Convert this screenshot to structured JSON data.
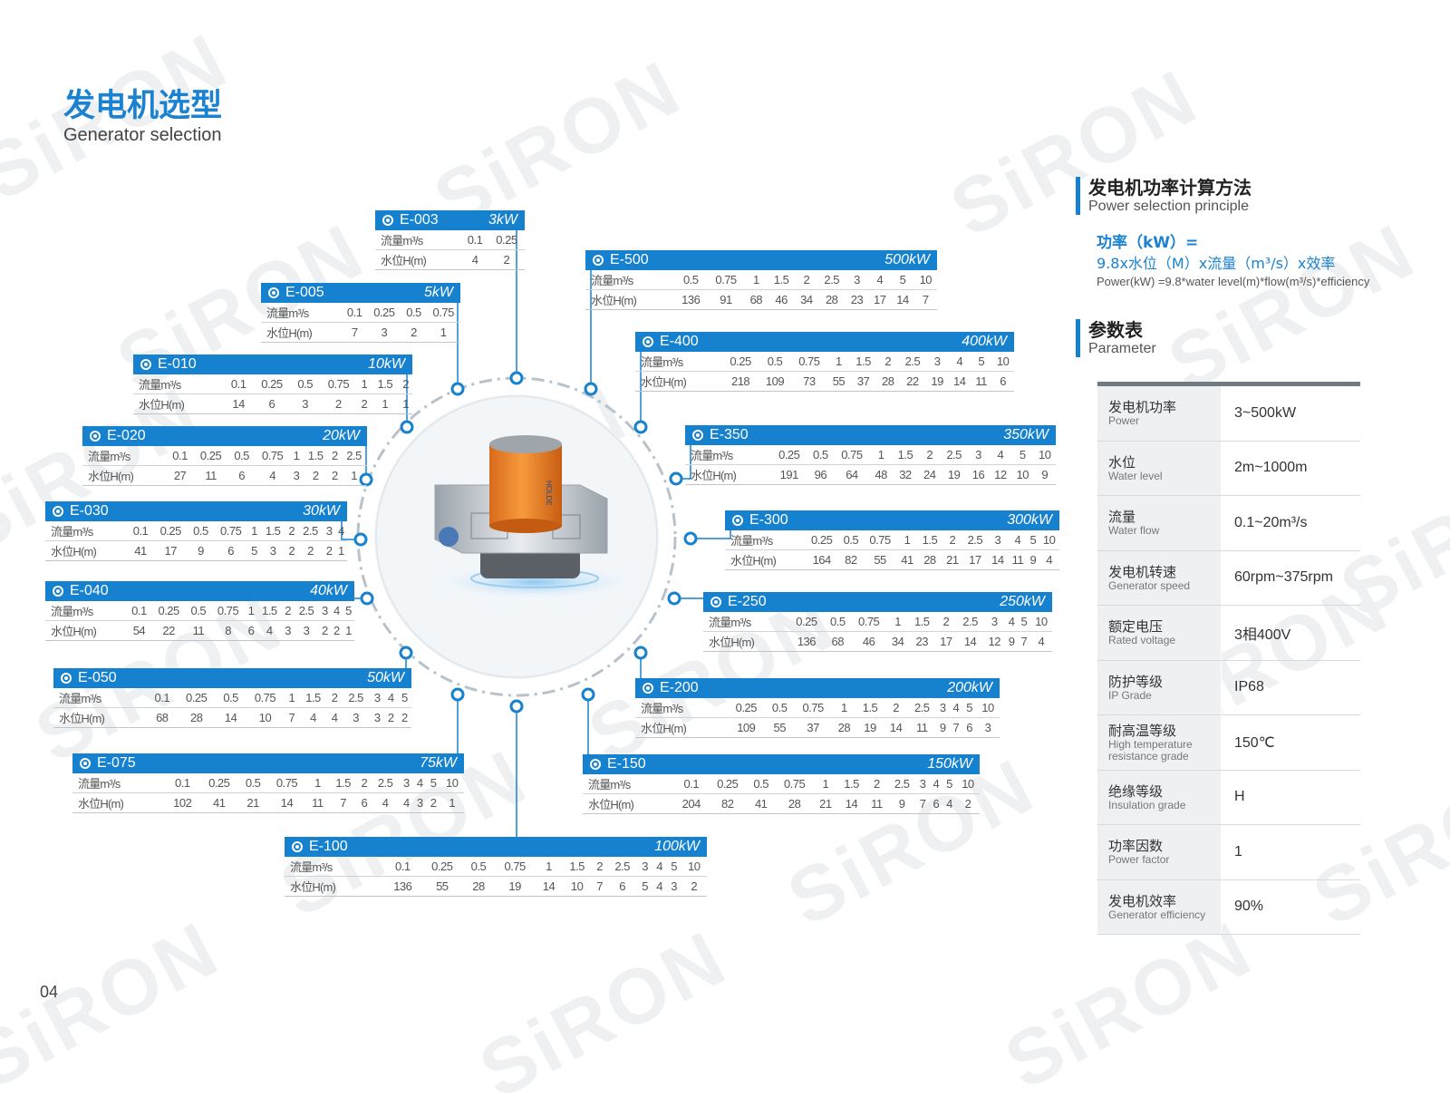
{
  "header": {
    "title": "发电机选型",
    "subtitle": "Generator selection"
  },
  "page_number": "04",
  "watermark_text": "SiRON",
  "machine_label": "HOLDE",
  "accent_color": "#1682cf",
  "generators": [
    {
      "model": "E-003",
      "power": "3kW",
      "flow_label": "流量m³/s",
      "head_label": "水位H(m)",
      "flow": [
        "0.1",
        "0.25"
      ],
      "head": [
        "4",
        "2"
      ]
    },
    {
      "model": "E-005",
      "power": "5kW",
      "flow_label": "流量m³/s",
      "head_label": "水位H(m)",
      "flow": [
        "0.1",
        "0.25",
        "0.5",
        "0.75"
      ],
      "head": [
        "7",
        "3",
        "2",
        "1"
      ]
    },
    {
      "model": "E-010",
      "power": "10kW",
      "flow_label": "流量m³/s",
      "head_label": "水位H(m)",
      "flow": [
        "0.1",
        "0.25",
        "0.5",
        "0.75",
        "1",
        "1.5",
        "2"
      ],
      "head": [
        "14",
        "6",
        "3",
        "2",
        "2",
        "1",
        "1"
      ]
    },
    {
      "model": "E-020",
      "power": "20kW",
      "flow_label": "流量m³/s",
      "head_label": "水位H(m)",
      "flow": [
        "0.1",
        "0.25",
        "0.5",
        "0.75",
        "1",
        "1.5",
        "2",
        "2.5"
      ],
      "head": [
        "27",
        "11",
        "6",
        "4",
        "3",
        "2",
        "2",
        "1"
      ]
    },
    {
      "model": "E-030",
      "power": "30kW",
      "flow_label": "流量m³/s",
      "head_label": "水位H(m)",
      "flow": [
        "0.1",
        "0.25",
        "0.5",
        "0.75",
        "1",
        "1.5",
        "2",
        "2.5",
        "3",
        "4"
      ],
      "head": [
        "41",
        "17",
        "9",
        "6",
        "5",
        "3",
        "2",
        "2",
        "2",
        "1"
      ]
    },
    {
      "model": "E-040",
      "power": "40kW",
      "flow_label": "流量m³/s",
      "head_label": "水位H(m)",
      "flow": [
        "0.1",
        "0.25",
        "0.5",
        "0.75",
        "1",
        "1.5",
        "2",
        "2.5",
        "3",
        "4",
        "5"
      ],
      "head": [
        "54",
        "22",
        "11",
        "8",
        "6",
        "4",
        "3",
        "3",
        "2",
        "2",
        "1"
      ]
    },
    {
      "model": "E-050",
      "power": "50kW",
      "flow_label": "流量m³/s",
      "head_label": "水位H(m)",
      "flow": [
        "0.1",
        "0.25",
        "0.5",
        "0.75",
        "1",
        "1.5",
        "2",
        "2.5",
        "3",
        "4",
        "5"
      ],
      "head": [
        "68",
        "28",
        "14",
        "10",
        "7",
        "4",
        "4",
        "3",
        "3",
        "2",
        "2"
      ]
    },
    {
      "model": "E-075",
      "power": "75kW",
      "flow_label": "流量m³/s",
      "head_label": "水位H(m)",
      "flow": [
        "0.1",
        "0.25",
        "0.5",
        "0.75",
        "1",
        "1.5",
        "2",
        "2.5",
        "3",
        "4",
        "5",
        "10"
      ],
      "head": [
        "102",
        "41",
        "21",
        "14",
        "11",
        "7",
        "6",
        "4",
        "4",
        "3",
        "2",
        "1"
      ]
    },
    {
      "model": "E-100",
      "power": "100kW",
      "flow_label": "流量m³/s",
      "head_label": "水位H(m)",
      "flow": [
        "0.1",
        "0.25",
        "0.5",
        "0.75",
        "1",
        "1.5",
        "2",
        "2.5",
        "3",
        "4",
        "5",
        "10"
      ],
      "head": [
        "136",
        "55",
        "28",
        "19",
        "14",
        "10",
        "7",
        "6",
        "5",
        "4",
        "3",
        "2"
      ]
    },
    {
      "model": "E-150",
      "power": "150kW",
      "flow_label": "流量m³/s",
      "head_label": "水位H(m)",
      "flow": [
        "0.1",
        "0.25",
        "0.5",
        "0.75",
        "1",
        "1.5",
        "2",
        "2.5",
        "3",
        "4",
        "5",
        "10"
      ],
      "head": [
        "204",
        "82",
        "41",
        "28",
        "21",
        "14",
        "11",
        "9",
        "7",
        "6",
        "4",
        "2"
      ]
    },
    {
      "model": "E-200",
      "power": "200kW",
      "flow_label": "流量m³/s",
      "head_label": "水位H(m)",
      "flow": [
        "0.25",
        "0.5",
        "0.75",
        "1",
        "1.5",
        "2",
        "2.5",
        "3",
        "4",
        "5",
        "10"
      ],
      "head": [
        "109",
        "55",
        "37",
        "28",
        "19",
        "14",
        "11",
        "9",
        "7",
        "6",
        "3"
      ]
    },
    {
      "model": "E-250",
      "power": "250kW",
      "flow_label": "流量m³/s",
      "head_label": "水位H(m)",
      "flow": [
        "0.25",
        "0.5",
        "0.75",
        "1",
        "1.5",
        "2",
        "2.5",
        "3",
        "4",
        "5",
        "10"
      ],
      "head": [
        "136",
        "68",
        "46",
        "34",
        "23",
        "17",
        "14",
        "12",
        "9",
        "7",
        "4"
      ]
    },
    {
      "model": "E-300",
      "power": "300kW",
      "flow_label": "流量m³/s",
      "head_label": "水位H(m)",
      "flow": [
        "0.25",
        "0.5",
        "0.75",
        "1",
        "1.5",
        "2",
        "2.5",
        "3",
        "4",
        "5",
        "10"
      ],
      "head": [
        "164",
        "82",
        "55",
        "41",
        "28",
        "21",
        "17",
        "14",
        "11",
        "9",
        "4"
      ]
    },
    {
      "model": "E-350",
      "power": "350kW",
      "flow_label": "流量m³/s",
      "head_label": "水位H(m)",
      "flow": [
        "0.25",
        "0.5",
        "0.75",
        "1",
        "1.5",
        "2",
        "2.5",
        "3",
        "4",
        "5",
        "10"
      ],
      "head": [
        "191",
        "96",
        "64",
        "48",
        "32",
        "24",
        "19",
        "16",
        "12",
        "10",
        "9"
      ]
    },
    {
      "model": "E-400",
      "power": "400kW",
      "flow_label": "流量m³/s",
      "head_label": "水位H(m)",
      "flow": [
        "0.25",
        "0.5",
        "0.75",
        "1",
        "1.5",
        "2",
        "2.5",
        "3",
        "4",
        "5",
        "10"
      ],
      "head": [
        "218",
        "109",
        "73",
        "55",
        "37",
        "28",
        "22",
        "19",
        "14",
        "11",
        "6"
      ]
    },
    {
      "model": "E-500",
      "power": "500kW",
      "flow_label": "流量m³/s",
      "head_label": "水位H(m)",
      "flow": [
        "0.5",
        "0.75",
        "1",
        "1.5",
        "2",
        "2.5",
        "3",
        "4",
        "5",
        "10"
      ],
      "head": [
        "136",
        "91",
        "68",
        "46",
        "34",
        "28",
        "23",
        "17",
        "14",
        "7"
      ]
    }
  ],
  "principle": {
    "title_zh": "发电机功率计算方法",
    "title_en": "Power selection principle",
    "formula_label": "功率（kW）=",
    "formula_zh": "9.8x水位（M）x流量（m³/s）x效率",
    "formula_en": "Power(kW) =9.8*water level(m)*flow(m³/s)*efficiency"
  },
  "parameters": {
    "title_zh": "参数表",
    "title_en": "Parameter",
    "rows": [
      {
        "name_zh": "发电机功率",
        "name_en": "Power",
        "value": "3~500kW"
      },
      {
        "name_zh": "水位",
        "name_en": "Water level",
        "value": "2m~1000m"
      },
      {
        "name_zh": "流量",
        "name_en": "Water flow",
        "value": "0.1~20m³/s"
      },
      {
        "name_zh": "发电机转速",
        "name_en": "Generator speed",
        "value": "60rpm~375rpm"
      },
      {
        "name_zh": "额定电压",
        "name_en": "Rated voltage",
        "value": "3相400V"
      },
      {
        "name_zh": "防护等级",
        "name_en": "IP Grade",
        "value": "IP68"
      },
      {
        "name_zh": "耐高温等级",
        "name_en": "High temperature resistance grade",
        "value": "150℃"
      },
      {
        "name_zh": "绝缘等级",
        "name_en": "Insulation grade",
        "value": "H"
      },
      {
        "name_zh": "功率因数",
        "name_en": "Power factor",
        "value": "1"
      },
      {
        "name_zh": "发电机效率",
        "name_en": "Generator efficiency",
        "value": "90%"
      }
    ]
  }
}
